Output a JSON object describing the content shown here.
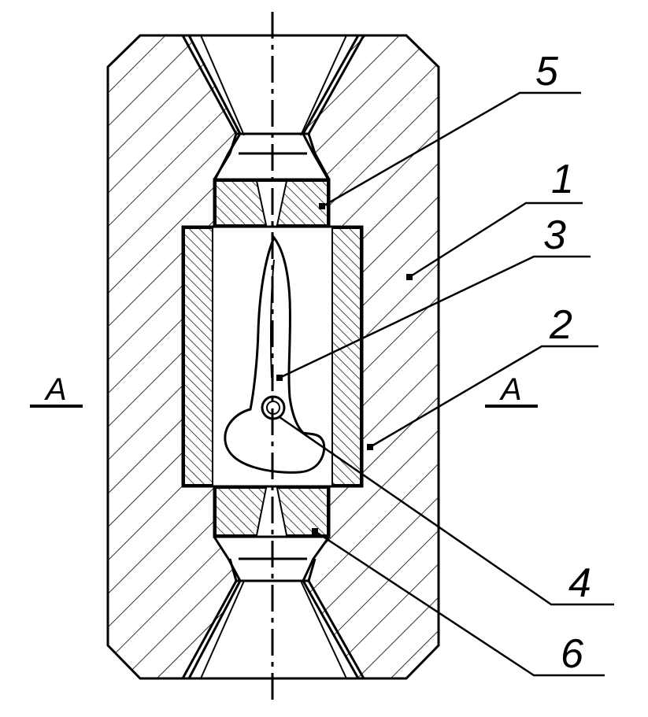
{
  "figure": {
    "callouts": [
      "1",
      "2",
      "3",
      "4",
      "5",
      "6"
    ],
    "section_left": "A",
    "section_right": "A"
  },
  "style": {
    "ink": "#000000",
    "paper": "#ffffff"
  }
}
